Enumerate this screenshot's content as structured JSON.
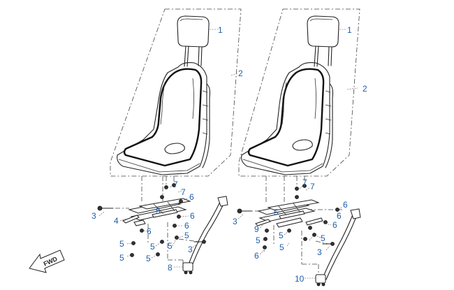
{
  "labels": {
    "left": {
      "l1": "1",
      "l2": "2",
      "l3a": "3",
      "l4": "4",
      "l5a": "5",
      "l5b": "5",
      "l5c": "5",
      "l5d": "5",
      "l5e": "5",
      "l5f": "5",
      "l5g": "5",
      "l6a": "6",
      "l6b": "6",
      "l6c": "6",
      "l6d": "6",
      "l7a": "7",
      "l7b": "7",
      "l3b": "3",
      "l8": "8"
    },
    "right": {
      "r1": "1",
      "r2": "2",
      "r3a": "3",
      "r9": "9",
      "r5a": "5",
      "r5b": "5",
      "r5c": "5",
      "r5d": "5",
      "r5e": "5",
      "r6a": "6",
      "r6b": "6",
      "r6c": "6",
      "r6d": "6",
      "r7a": "7",
      "r7b": "7",
      "r3b": "3",
      "r10": "10"
    },
    "fwd": "FWD"
  }
}
